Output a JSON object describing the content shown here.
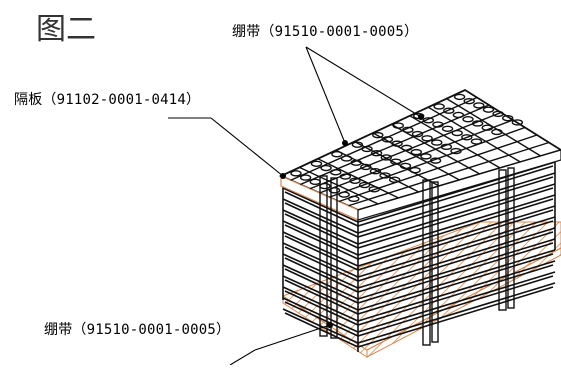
{
  "figure_label": "图二",
  "labels": {
    "strap_top": "绷带（91510-0001-0005）",
    "separator": "隔板（91102-0001-0414）",
    "strap_bottom": "绷带（91510-0001-0005）"
  },
  "colors": {
    "line": "#111111",
    "wood": "#d9874e",
    "background": "#ffffff"
  },
  "icons": [
    "leader-dot"
  ]
}
